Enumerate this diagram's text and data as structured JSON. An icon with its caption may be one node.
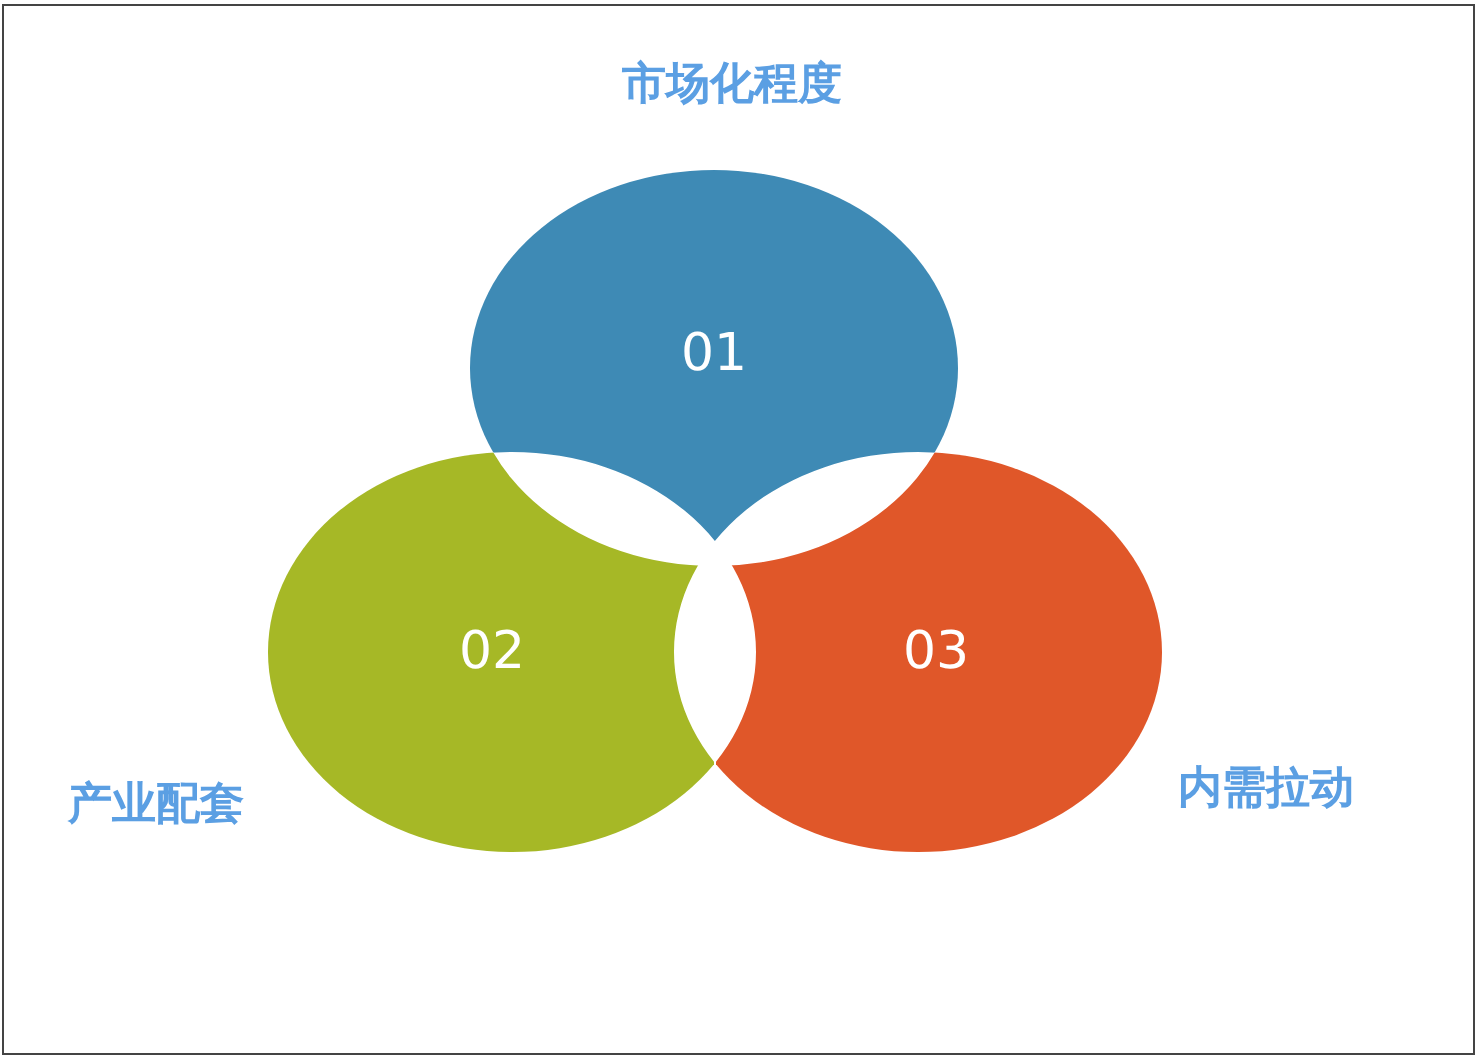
{
  "diagram": {
    "nodes": [
      {
        "text": [
          "01"
        ],
        "beside": [
          "市场化程度"
        ]
      },
      {
        "text": [
          "02"
        ],
        "beside": [
          "产业配套"
        ]
      },
      {
        "text": [
          "03"
        ],
        "beside": [
          "内需拉动"
        ]
      }
    ]
  }
}
